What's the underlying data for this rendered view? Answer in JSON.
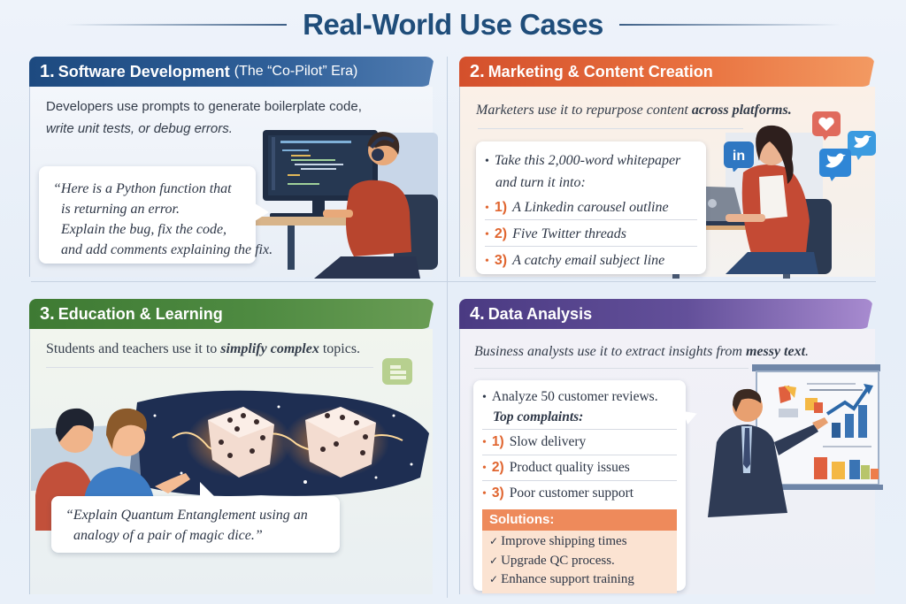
{
  "page": {
    "title": "Real-World Use Cases"
  },
  "panels": [
    {
      "number": "1.",
      "title": "Software Development",
      "subtitle": "(The “Co-Pilot” Era)",
      "color": "#1d4a80",
      "lead_lines": [
        "Developers use prompts to generate boilerplate code,",
        "write unit tests, or debug errors."
      ],
      "prompt_lines": [
        "“Here is a Python function that",
        "is returning an error.",
        "Explain the bug, fix the code,",
        "and add comments explaining the fix."
      ],
      "illustration": "developer-at-computer-with-headphones"
    },
    {
      "number": "2.",
      "title": "Marketing & Content Creation",
      "color": "#e0652f",
      "lead": {
        "pre": "Marketers use it to repurpose content ",
        "bold": "across platforms."
      },
      "prompt": {
        "intro_lines": [
          "Take this 2,000-word whitepaper",
          "and turn it into:"
        ],
        "items": [
          {
            "n": "1)",
            "text": "A Linkedin carousel outline"
          },
          {
            "n": "2)",
            "text": "Five Twitter threads"
          },
          {
            "n": "3)",
            "text": "A catchy email subject line"
          }
        ]
      },
      "social_icons": [
        "linkedin-icon",
        "heart-icon",
        "twitter-icon",
        "twitter-icon"
      ],
      "illustration": "woman-typing-on-laptop"
    },
    {
      "number": "3.",
      "title": "Education & Learning",
      "color": "#3e7a33",
      "lead": {
        "pre": "Students and teachers use it to ",
        "bold": "simplify complex",
        "post": " topics."
      },
      "prompt_lines": [
        "“Explain Quantum Entanglement using an",
        "analogy of a pair of magic dice.”"
      ],
      "illustration": "two-students-looking-at-entangled-dice"
    },
    {
      "number": "4.",
      "title": "Data Analysis",
      "color": "#4a3a82",
      "lead": {
        "pre": "Business analysts use it to extract insights from ",
        "bold": "messy text",
        "post": "."
      },
      "prompt": {
        "intro": "Analyze 50 customer reviews.",
        "heading": "Top complaints:",
        "items": [
          {
            "n": "1)",
            "text": "Slow delivery"
          },
          {
            "n": "2)",
            "text": "Product quality issues"
          },
          {
            "n": "3)",
            "text": "Poor customer support"
          }
        ],
        "solutions_heading": "Solutions:",
        "solutions": [
          "Improve shipping times",
          "Upgrade QC process.",
          "Enhance support training"
        ]
      },
      "illustration": "businessman-presenting-chart"
    }
  ],
  "glyphs": {
    "bullet": "•",
    "check": "✓"
  }
}
